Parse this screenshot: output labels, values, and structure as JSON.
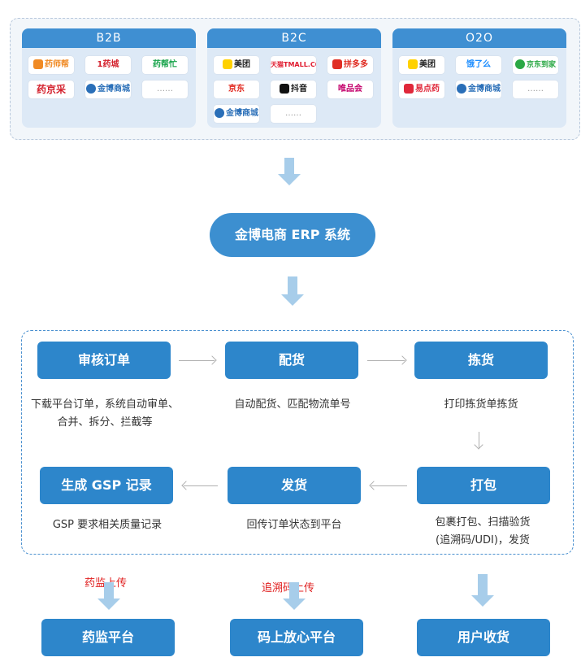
{
  "channels": [
    {
      "title": "B2B",
      "logos": [
        {
          "name": "药师帮",
          "color": "#f08a24"
        },
        {
          "name": "1药城",
          "color": "#d4202c"
        },
        {
          "name": "药帮忙",
          "color": "#17a34a"
        },
        {
          "name": "药京采",
          "color": "#d4202c"
        },
        {
          "name": "金博商城",
          "color": "#2a6fb8"
        },
        {
          "name": "……",
          "color": "#999999"
        }
      ]
    },
    {
      "title": "B2C",
      "logos": [
        {
          "name": "美团",
          "color": "#ffd100"
        },
        {
          "name": "天猫TMALL.COM",
          "color": "#e01b2f"
        },
        {
          "name": "拼多多",
          "color": "#e02e24"
        },
        {
          "name": "京东",
          "color": "#e1251b"
        },
        {
          "name": "抖音",
          "color": "#111111"
        },
        {
          "name": "唯品会",
          "color": "#c4006b"
        },
        {
          "name": "金博商城",
          "color": "#2a6fb8"
        },
        {
          "name": "……",
          "color": "#999999"
        }
      ]
    },
    {
      "title": "O2O",
      "logos": [
        {
          "name": "美团",
          "color": "#ffd100"
        },
        {
          "name": "饿了么",
          "color": "#1a8cff"
        },
        {
          "name": "京东到家",
          "color": "#2aa844"
        },
        {
          "name": "易点药",
          "color": "#e0283a"
        },
        {
          "name": "金博商城",
          "color": "#2a6fb8"
        },
        {
          "name": "……",
          "color": "#999999"
        }
      ]
    }
  ],
  "erp": "金博电商 ERP 系统",
  "steps": [
    {
      "label": "审核订单",
      "desc": [
        "下载平台订单，系统自动审单、",
        "合并、拆分、拦截等"
      ]
    },
    {
      "label": "配货",
      "desc": [
        "自动配货、匹配物流单号"
      ]
    },
    {
      "label": "拣货",
      "desc": [
        "打印拣货单拣货"
      ]
    },
    {
      "label": "生成 GSP 记录",
      "desc": [
        "GSP 要求相关质量记录"
      ]
    },
    {
      "label": "发货",
      "desc": [
        "回传订单状态到平台"
      ]
    },
    {
      "label": "打包",
      "desc": [
        "包裹打包、扫描验货",
        "(追溯码/UDI)，发货"
      ]
    }
  ],
  "uploads": [
    "药监上传",
    "追溯码上传"
  ],
  "targets": [
    "药监平台",
    "码上放心平台",
    "用户收货"
  ],
  "colors": {
    "primary": "#2d86cb",
    "arrow": "#a7cdea",
    "upload_text": "#e02020"
  }
}
